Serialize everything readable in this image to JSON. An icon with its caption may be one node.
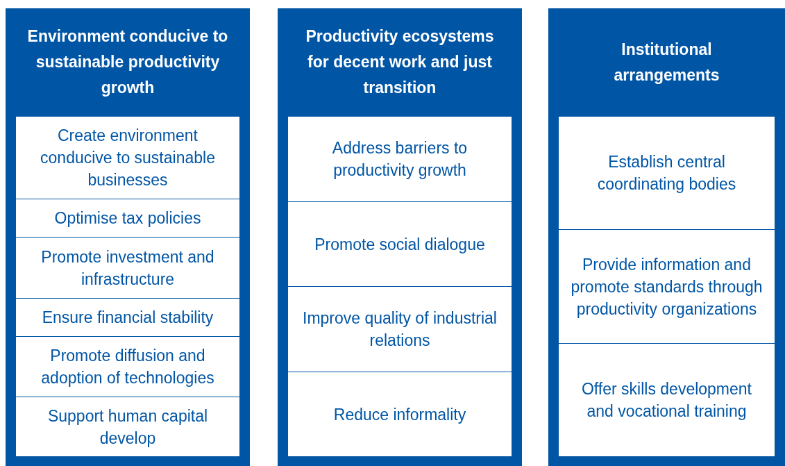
{
  "diagram": {
    "nodes": [
      {
        "text": [
          "Environment conducive to sustainable productivity growth"
        ]
      },
      {
        "text": [
          "Create environment conducive to sustainable businesses"
        ],
        "in": 0
      },
      {
        "text": [
          "Optimise tax policies"
        ],
        "in": 0
      },
      {
        "text": [
          "Promote investment and infrastructure"
        ],
        "in": 0
      },
      {
        "text": [
          "Ensure financial stability"
        ],
        "in": 0
      },
      {
        "text": [
          "Promote diffusion and adoption of technologies"
        ],
        "in": 0
      },
      {
        "text": [
          "Support human capital develop"
        ],
        "in": 0
      },
      {
        "text": [
          "Productivity ecosystems for decent work and just transition"
        ]
      },
      {
        "text": [
          "Address barriers to productivity growth"
        ],
        "in": 7
      },
      {
        "text": [
          "Promote social dialogue"
        ],
        "in": 7
      },
      {
        "text": [
          "Improve quality of industrial relations"
        ],
        "in": 7
      },
      {
        "text": [
          "Reduce informality"
        ],
        "in": 7
      },
      {
        "text": [
          "Institutional arrangements"
        ]
      },
      {
        "text": [
          "Establish central coordinating bodies"
        ],
        "in": 12
      },
      {
        "text": [
          "Provide information and promote standards through productivity organizations"
        ],
        "in": 12
      },
      {
        "text": [
          "Offer skills development and vocational training"
        ],
        "in": 12
      }
    ]
  }
}
